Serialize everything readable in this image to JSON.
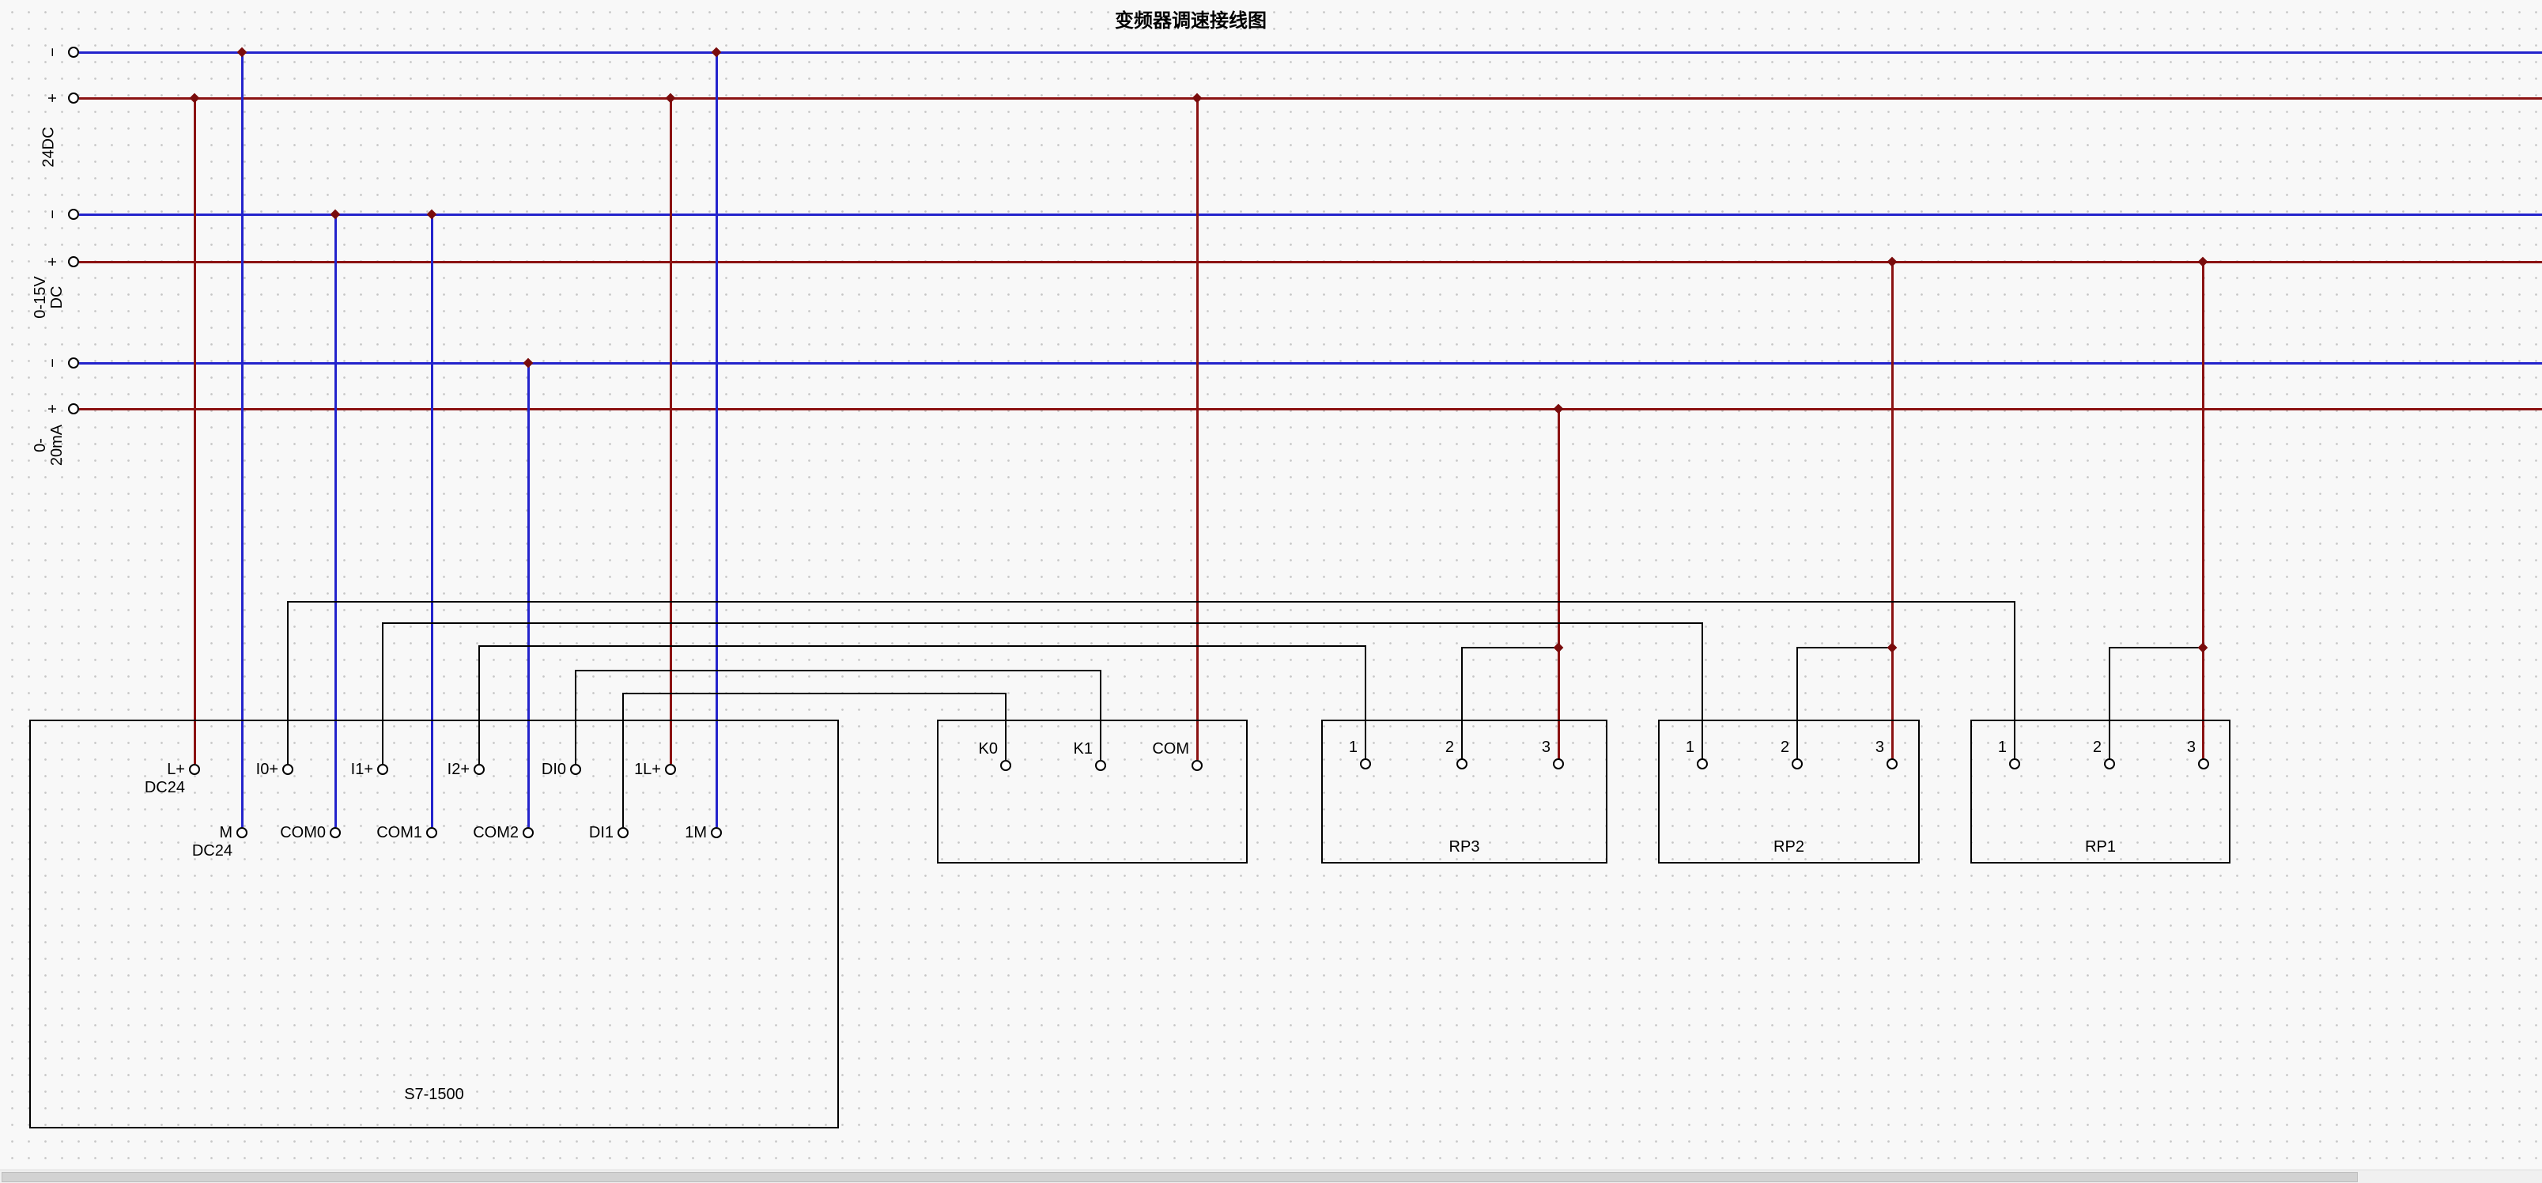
{
  "title": "变频器调速接线图",
  "colors": {
    "bus_negative": "#2323cc",
    "bus_positive": "#8b1212",
    "signal_wire": "#000000",
    "junction": "#7a0c0c",
    "canvas_background": "#f8f8f8"
  },
  "rails": {
    "groups": [
      {
        "label_lines": [
          "24DC",
          ""
        ],
        "terminals": [
          {
            "sign": "−"
          },
          {
            "sign": "+"
          }
        ]
      },
      {
        "label_lines": [
          "0-15V",
          "DC"
        ],
        "terminals": [
          {
            "sign": "−"
          },
          {
            "sign": "+"
          }
        ]
      },
      {
        "label_lines": [
          "0-",
          "20mA"
        ],
        "terminals": [
          {
            "sign": "−"
          },
          {
            "sign": "+"
          }
        ]
      }
    ]
  },
  "plc": {
    "name": "S7-1500",
    "row1": [
      {
        "label": "L+",
        "sub": "DC24"
      },
      {
        "label": "I0+"
      },
      {
        "label": "I1+"
      },
      {
        "label": "I2+"
      },
      {
        "label": "DI0"
      },
      {
        "label": "1L+"
      }
    ],
    "row2": [
      {
        "label": "M",
        "sub": "DC24"
      },
      {
        "label": "COM0"
      },
      {
        "label": "COM1"
      },
      {
        "label": "COM2"
      },
      {
        "label": "DI1"
      },
      {
        "label": "1M"
      }
    ]
  },
  "relay_box": {
    "terminals": [
      {
        "label": "K0"
      },
      {
        "label": "K1"
      },
      {
        "label": "COM"
      }
    ]
  },
  "pots": [
    {
      "name": "RP3",
      "terminals": [
        "1",
        "2",
        "3"
      ]
    },
    {
      "name": "RP2",
      "terminals": [
        "1",
        "2",
        "3"
      ]
    },
    {
      "name": "RP1",
      "terminals": [
        "1",
        "2",
        "3"
      ]
    }
  ]
}
